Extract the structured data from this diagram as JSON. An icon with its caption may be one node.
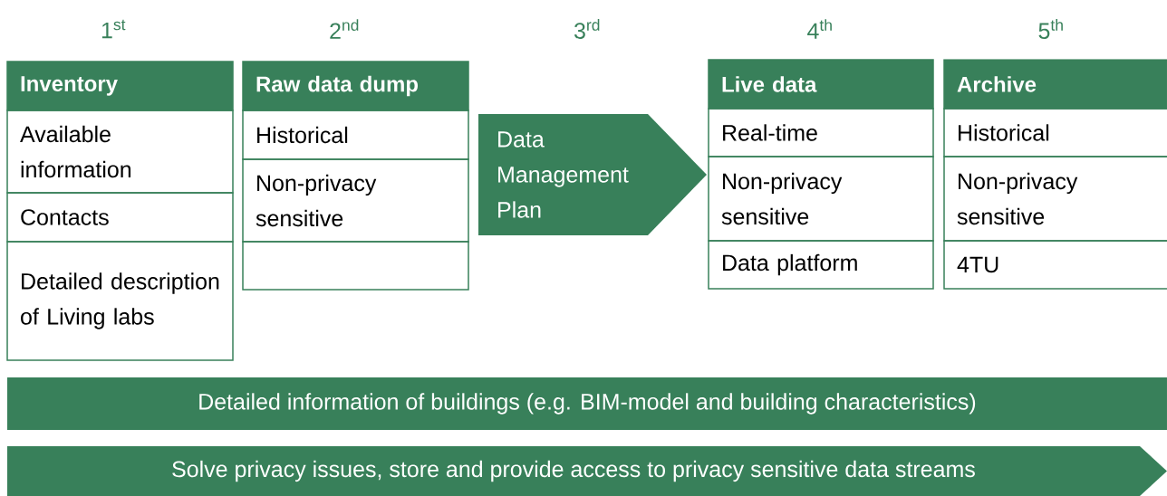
{
  "diagram": {
    "nodes": [
      {
        "text": [
          "Inventory"
        ]
      },
      {
        "text": [
          "Available information"
        ]
      },
      {
        "text": [
          "Contacts"
        ]
      },
      {
        "text": [
          "Detailed description of Living labs"
        ]
      },
      {
        "text": [
          "Raw data dump"
        ]
      },
      {
        "text": [
          "Historical"
        ]
      },
      {
        "text": [
          "Non-privacy sensitive"
        ]
      },
      {
        "text": [],
        "shape": "box"
      },
      {
        "text": [
          "Data Management Plan"
        ]
      },
      {
        "text": [
          "Live data"
        ]
      },
      {
        "text": [
          "Real-time"
        ]
      },
      {
        "text": [
          "Non-privacy sensitive"
        ]
      },
      {
        "text": [
          "Data platform"
        ]
      },
      {
        "text": [
          "Archive"
        ]
      },
      {
        "text": [
          "Historical"
        ]
      },
      {
        "text": [
          "Non-privacy sensitive"
        ]
      },
      {
        "text": [
          "4TU"
        ]
      },
      {
        "text": [
          "Detailed information of buildings (e.g. BIM-model and building characteristics)"
        ]
      },
      {
        "text": [
          "Solve privacy issues, store and provide access to privacy sensitive data streams"
        ]
      }
    ],
    "labels": [
      "1$^{st}$",
      "2$^{nd}$",
      "3$^{rd}$",
      "4$^{th}$",
      "5$^{th}$"
    ]
  }
}
